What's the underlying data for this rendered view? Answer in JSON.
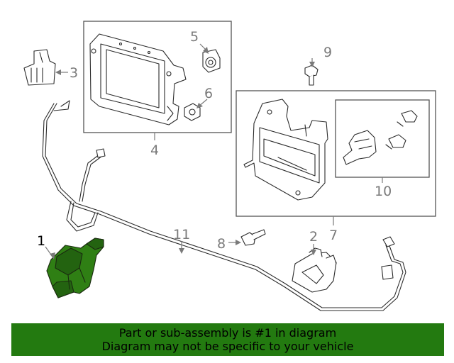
{
  "callouts": {
    "c1": "1",
    "c2": "2",
    "c3": "3",
    "c4": "4",
    "c5": "5",
    "c6": "6",
    "c7": "7",
    "c8": "8",
    "c9": "9",
    "c10": "10",
    "c11": "11"
  },
  "banner": {
    "line1": "Part or sub-assembly is #1 in diagram",
    "line2": "Diagram may not be specific to your vehicle"
  },
  "colors": {
    "highlight": "#2f7f14",
    "banner": "#237a10"
  }
}
